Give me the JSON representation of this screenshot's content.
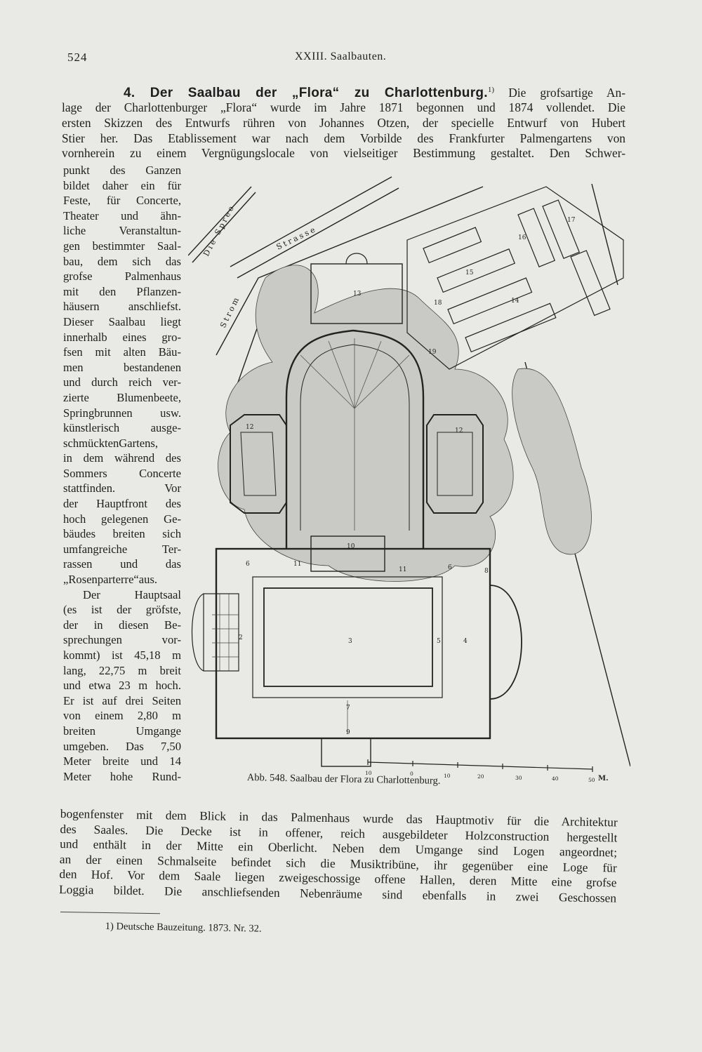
{
  "running_head": {
    "page_number": "524",
    "section": "XXIII. Saalbauten."
  },
  "intro": {
    "heading": "4. Der Saalbau der „Flora“ zu Charlottenburg.",
    "footnote_mark": "1)",
    "lines": [
      " Die grofsartige An-",
      "lage der Charlottenburger „Flora“ wurde im Jahre 1871 begonnen und 1874 vollendet. Die",
      "ersten Skizzen des Entwurfs rühren von Johannes Otzen, der specielle Entwurf von Hubert",
      "Stier her. Das Etablissement war nach dem Vorbilde des Frankfurter Palmengartens von",
      "vornherein zu einem Vergnügungslocale von vielseitiger Bestimmung gestaltet. Den Schwer-"
    ]
  },
  "column": {
    "lines": [
      "punkt des Ganzen",
      "bildet daher ein für",
      "Feste, für Concerte,",
      "Theater und ähn-",
      "liche Veranstaltun-",
      "gen bestimmter Saal-",
      "bau, dem sich das",
      "grofse Palmenhaus",
      "mit den Pflanzen-",
      "häusern anschliefst.",
      "Dieser Saalbau liegt",
      "innerhalb eines gro-",
      "fsen mit alten Bäu-",
      "men bestandenen",
      "und durch reich ver-",
      "zierte Blumenbeete,",
      "Springbrunnen usw.",
      "künstlerisch ausge-",
      "schmücktenGartens,",
      "in dem während des",
      "Sommers Concerte",
      "stattfinden. Vor",
      "der Hauptfront des",
      "hoch gelegenen Ge-",
      "bäudes breiten sich",
      "umfangreiche Ter-",
      "rassen und das",
      "„Rosenparterre“aus.",
      "Der Hauptsaal",
      "(es ist der gröfste,",
      "der in diesen Be-",
      "sprechungen vor-",
      "kommt) ist 45,18 m",
      "lang, 22,75 m breit",
      "und etwa 23 m hoch.",
      "Er ist auf drei Seiten",
      "von einem 2,80 m",
      "breiten Umgange",
      "umgeben. Das 7,50",
      "Meter breite und 14",
      "Meter hohe Rund-"
    ]
  },
  "bottom": {
    "lines": [
      "bogenfenster mit dem Blick in das Palmenhaus wurde das Hauptmotiv für die Architektur",
      "des Saales. Die Decke ist in offener, reich ausgebildeter Holzconstruction hergestellt",
      "und enthält in der Mitte ein Oberlicht. Neben dem Umgange sind Logen angeordnet;",
      "an der einen Schmalseite befindet sich die Musiktribüne, ihr gegenüber eine Loge für",
      "den Hof. Vor dem Saale liegen zweigeschossige offene Hallen, deren Mitte eine grofse",
      "Loggia bildet. Die anschliefsenden Nebenräume sind ebenfalls in zwei Geschossen"
    ]
  },
  "footnote": "1) Deutsche Bauzeitung. 1873. Nr. 32.",
  "figure": {
    "caption": "Abb. 548. Saalbau der Flora zu Charlottenburg.",
    "labels": {
      "river": "Die Spree",
      "street1": "Strasse",
      "street2": "Strom",
      "scale_unit": "M.",
      "scale_ticks": [
        "10",
        "0",
        "10",
        "20",
        "30",
        "40",
        "50"
      ],
      "room_2": "2",
      "room_3": "3",
      "room_4": "4",
      "room_5": "5",
      "room_6": "6",
      "room_7": "7",
      "room_8": "8",
      "room_9": "9",
      "room_10": "10",
      "room_11": "11",
      "room_12": "12",
      "room_13": "13",
      "room_14": "14",
      "room_15": "15",
      "room_16": "16",
      "room_17": "17",
      "room_18": "18",
      "room_19": "19"
    }
  }
}
